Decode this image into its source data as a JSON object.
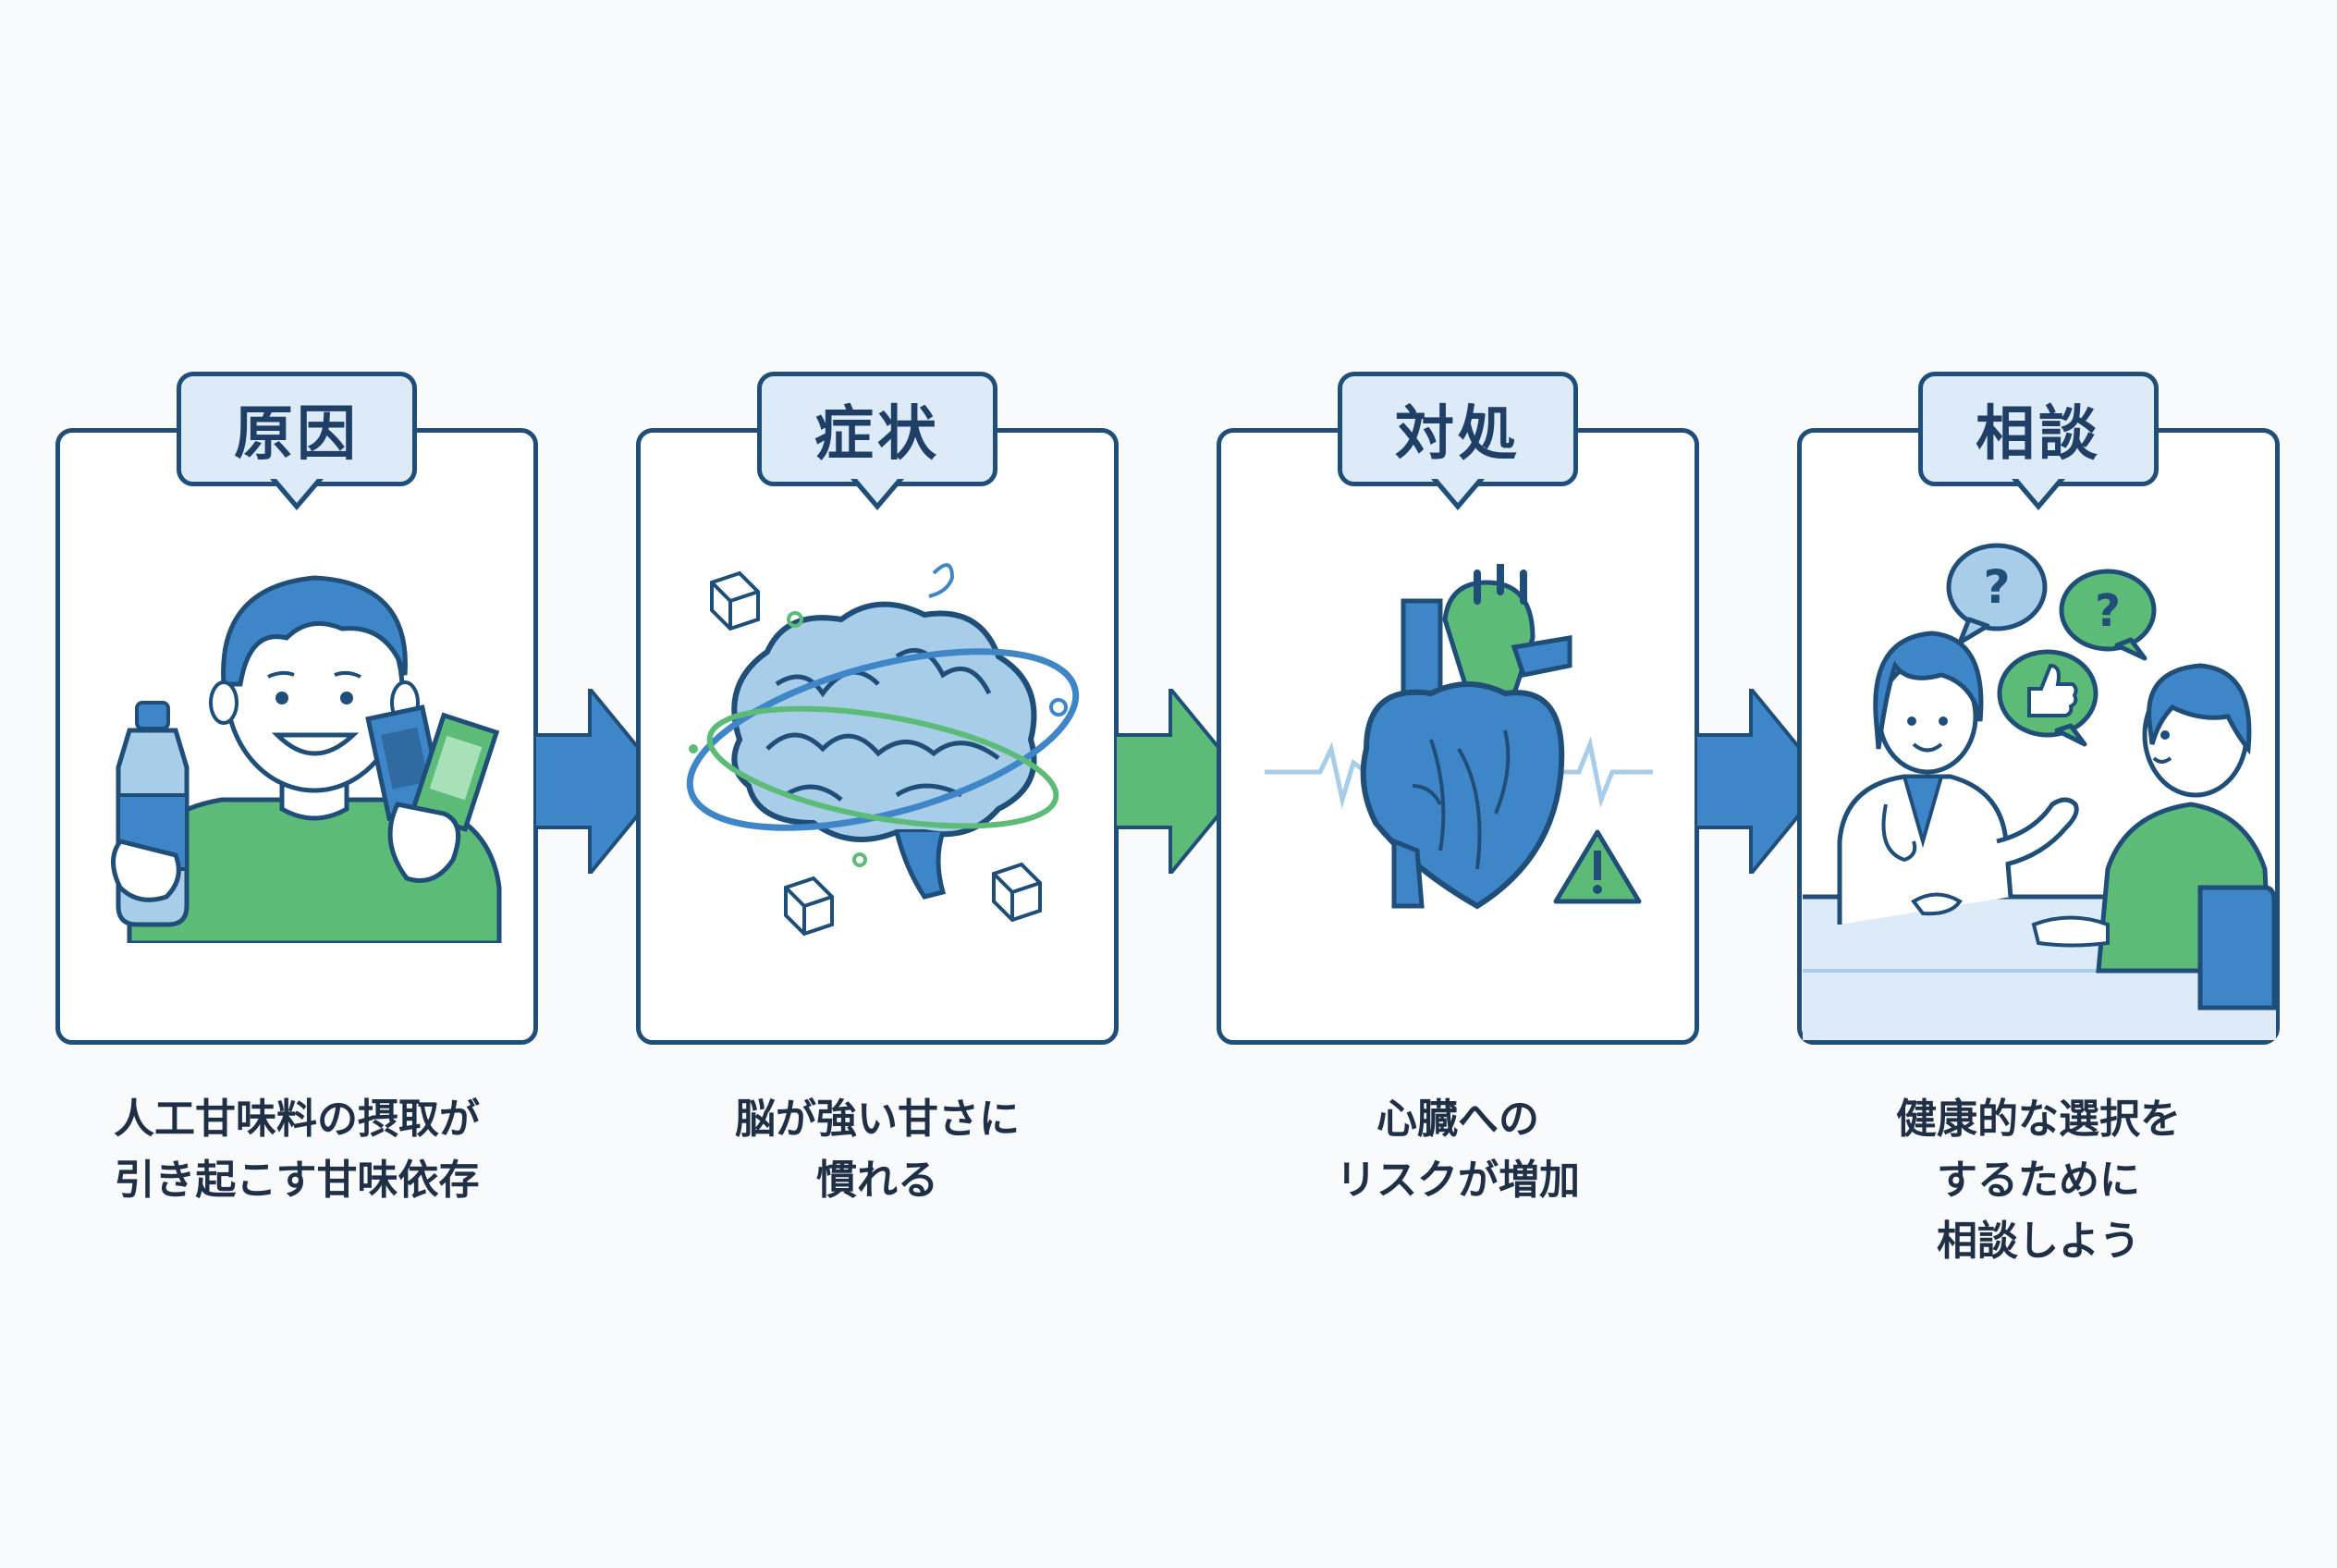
{
  "steps": [
    {
      "label": "原因",
      "caption": [
        "人工甘味料の摂取が",
        "引き起こす甘味依存"
      ],
      "icon": "person-holding-bottle-and-sweetener-packets"
    },
    {
      "label": "症状",
      "caption": [
        "脳が強い甘さに",
        "慣れる"
      ],
      "icon": "brain-with-sugar-cubes"
    },
    {
      "label": "対処",
      "caption": [
        "心臓への",
        "リスクが増加"
      ],
      "icon": "heart-with-warning"
    },
    {
      "label": "相談",
      "caption": [
        "健康的な選択を",
        "するために",
        "相談しよう"
      ],
      "icon": "doctor-consultation"
    }
  ],
  "arrows": [
    {
      "icon": "arrow-right-icon",
      "color": "#3f86c8"
    },
    {
      "icon": "arrow-right-icon",
      "color": "#5dbb78"
    },
    {
      "icon": "arrow-right-icon",
      "color": "#3f86c8"
    }
  ],
  "colors": {
    "outline": "#1f4e79",
    "tag_fill": "#dcebf7",
    "blue": "#3f86c8",
    "green": "#5dbb78",
    "light_blue": "#a8cde8",
    "background": "#f9fafb"
  }
}
